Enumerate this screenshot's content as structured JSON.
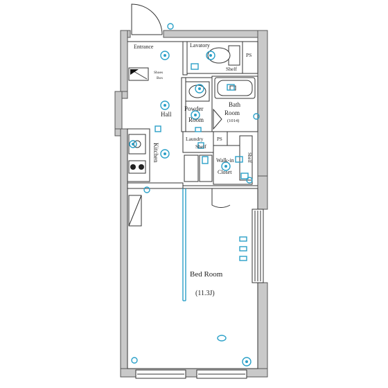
{
  "rooms": {
    "entrance": "Entrance",
    "lavatory": "Lavatory",
    "ps_top": "PS",
    "shelf_lav": "Shelf",
    "shoes_box_1": "Shoes",
    "shoes_box_2": "Box",
    "powder_1": "Powder",
    "powder_2": "Room",
    "bath_1": "Bath",
    "bath_2": "Room",
    "bath_size": "(1014)",
    "hall": "Hall",
    "laundry_1": "Laundry",
    "laundry_2": "Shelf",
    "ps_mid": "PS",
    "walkin_1": "Walk-in",
    "walkin_2": "Closet",
    "shelf_closet": "Shelf",
    "kitchen": "Kitchen",
    "bedroom": "Bed Room",
    "bedroom_size": "(11.3J)"
  },
  "colors": {
    "wall": "#c9c9c9",
    "outline": "#333333",
    "electric": "#2aa0c8"
  }
}
